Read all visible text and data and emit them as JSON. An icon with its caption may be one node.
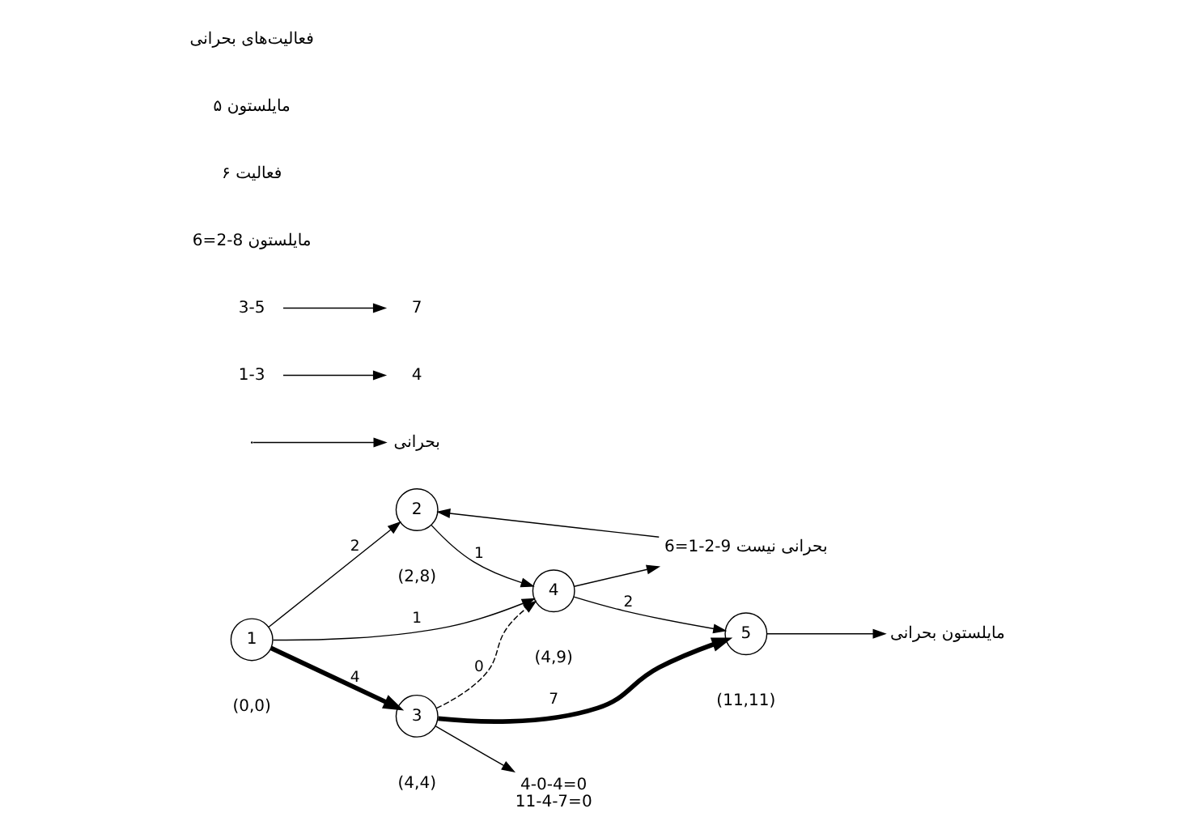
{
  "diagram": {
    "nodes": [
      {
        "text": [
          "1"
        ],
        "beside": [
          "(0,0)"
        ]
      },
      {
        "text": [
          "2"
        ],
        "beside": [
          "(2,8)"
        ]
      },
      {
        "text": [
          "3"
        ],
        "beside": [
          "(4,4)"
        ]
      },
      {
        "text": [
          "4"
        ],
        "beside": [
          "(4,9)"
        ]
      },
      {
        "text": [
          "5"
        ],
        "beside": [
          "(11,11)"
        ]
      },
      {
        "text": [
          "بحرانی نیست 9-2-1=6"
        ]
      },
      {
        "text": [
          "مایلستون بحرانی"
        ]
      },
      {
        "text": [
          "بحرانی"
        ]
      },
      {
        "text": [
          "4-0-4=0",
          "11-4-7=0"
        ]
      },
      {
        "text": [
          "1-3"
        ]
      },
      {
        "text": [
          "4"
        ]
      },
      {
        "text": [
          "3-5"
        ]
      },
      {
        "text": [
          "7"
        ]
      }
    ],
    "edges": [
      {
        "from": 0,
        "to": 1,
        "arrow": "to",
        "label": "2"
      },
      {
        "from": 1,
        "to": 3,
        "arrow": "to",
        "label": "1"
      },
      {
        "from": 0,
        "to": 3,
        "arrow": "to",
        "label": "1"
      },
      {
        "from": 3,
        "to": 4,
        "arrow": "to",
        "label": "2"
      },
      {
        "from": 0,
        "to": 2,
        "arrow": "to",
        "label": "4",
        "style": "thick"
      },
      {
        "from": 2,
        "to": 3,
        "arrow": "to",
        "label": "0",
        "style": "dashed"
      },
      {
        "from": 2,
        "to": 4,
        "arrow": "to",
        "label": "7",
        "style": "thick"
      },
      {
        "from": 3,
        "to": 5,
        "arrow": "to"
      },
      {
        "from": 5,
        "to": 1,
        "arrow": "to"
      },
      {
        "from": 4,
        "to": 6,
        "arrow": "to"
      },
      {
        "from": null,
        "to": 7,
        "arrow": "to"
      },
      {
        "from": 2,
        "to": 8,
        "arrow": "to"
      },
      {
        "from": 9,
        "to": 10,
        "arrow": "to"
      },
      {
        "from": 11,
        "to": 12,
        "arrow": "to"
      }
    ],
    "labels": [
      "مایلستون 8-2=6",
      "۶ فعالیت",
      "۵ مایلستون",
      "فعالیت‌های بحرانی"
    ]
  }
}
